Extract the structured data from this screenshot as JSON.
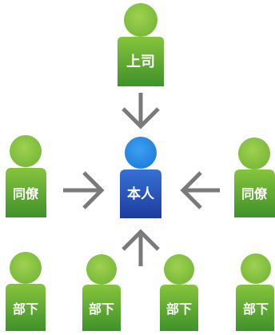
{
  "colors": {
    "green_head": "#8cc63f",
    "green_body_top": "#82bf3a",
    "green_body_bottom": "#4a9a2a",
    "blue_head": "#2a8fe6",
    "blue_body_top": "#2f66c9",
    "blue_body_bottom": "#1f3fa2",
    "arrow": "#777777",
    "label": "#ffffff"
  },
  "diagram": {
    "boss": {
      "label": "上司"
    },
    "self": {
      "label": "本人"
    },
    "peer_left": {
      "label": "同僚"
    },
    "peer_right": {
      "label": "同僚"
    },
    "subordinates": [
      {
        "label": "部下"
      },
      {
        "label": "部下"
      },
      {
        "label": "部下"
      },
      {
        "label": "部下"
      }
    ]
  }
}
